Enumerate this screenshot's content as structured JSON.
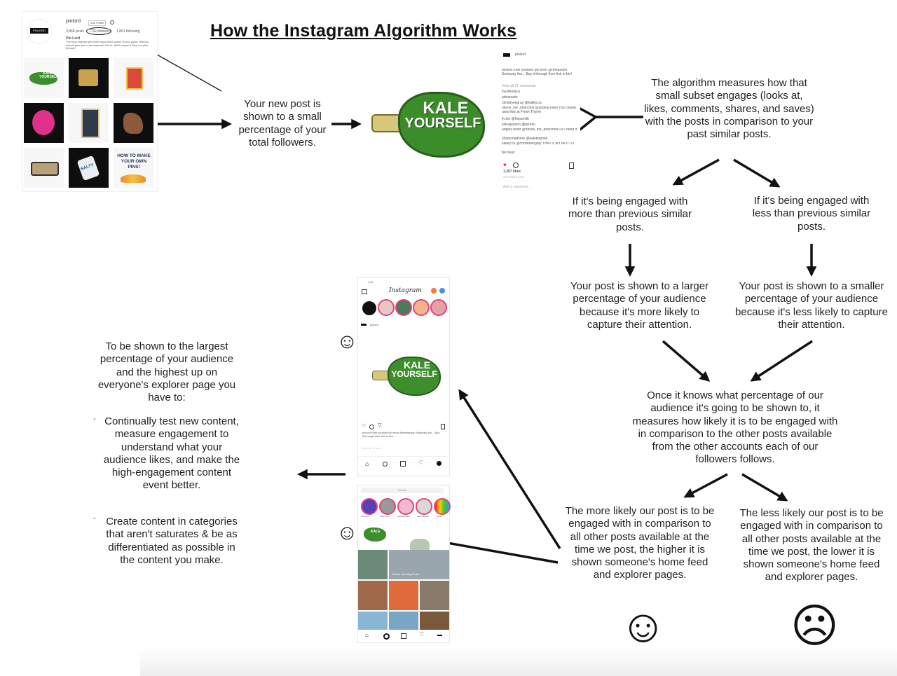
{
  "title": "How the Instagram Algorithm Works",
  "profile": {
    "username": "pinlord",
    "follow_label": "Edit Profile",
    "stats": [
      "3,868 posts",
      "771k followers",
      "1,801 following"
    ],
    "bio_name": "Pin Lord",
    "bio": "The best enamel pins from around the world. In one place. Want to submit your pin to be featured? Hit us. We'll respond. Buy our pins through",
    "logo": "PINLORD",
    "tile_kale": "KALE YOURSELF",
    "tile_salty": "SALTY",
    "tile_pins": "HOW TO MAKE YOUR OWN PINS!"
  },
  "steps": {
    "shown_small": "Your new post is shown to a small percentage of your total followers.",
    "measure": "The algorithm measures how that small subset engages (looks at, likes, comments, shares, and saves) with the posts in comparison to your past similar posts.",
    "more_engaged": "If it's being engaged with more than previous similar posts.",
    "less_engaged": "If it's being engaged with less than previous similar posts.",
    "larger_audience": "Your post is shown to a larger percentage of your audience because it's more likely to capture their attention.",
    "smaller_audience": "Your post is shown to a smaller percentage of your audience because it's less likely to capture their attention.",
    "once_knows": "Once it knows what percentage of our audience it's going to be shown to, it measures how likely it is to be engaged with in comparison to the other posts available from the other accounts each of our followers follows.",
    "more_likely": "The more likely our post is to be engaged with in comparison to all other posts available at the time we post, the higher it is shown someone's home feed and explorer pages.",
    "less_likely": "The less likely our post is to be engaged with in comparison to all other posts available at the time we post, the lower it is shown someone's home feed and explorer pages."
  },
  "advice": {
    "intro": "To be shown to the largest percentage of your audience and the highest up on everyone's explorer page you have to:",
    "bullet_mark": "-",
    "items": [
      "Continually test new content, measure engagement to understand what your audience likes, and make the high-engagement content event better.",
      "Create content in categories that aren't saturates & be as differentiated as possible in the content you make."
    ]
  },
  "pin": {
    "line1": "KALE",
    "line2": "YOURSELF"
  },
  "comments_shot": {
    "username": "pinlord",
    "caption": "pinlord Kale yourself pin from @metadope Seriously tho... Buy it through their link in bio!",
    "view_all": "View all 21 comments",
    "comments": [
      "toyslikelaca",
      "adrianosis",
      "christineegray @kalley.ca",
      "havok_the_anarchist @angela.nairit You coulda used this at Fresh Thyme",
      "liv.lav @hepsmith",
      "sekulpizarro @pizeku",
      "angela.nairit @havok_the_anarchist Lol I need it",
      "shamonadsere @kaleteqman",
      "kalley.ca @christineegray THAT'S MY MOTTO",
      "fee.bear"
    ],
    "likes": "1,307 likes",
    "time": "22 HOURS AGO",
    "add_comment": "Add a comment..."
  },
  "feed_shot": {
    "time": "1:40",
    "app_name": "Instagram",
    "username": "pinlord",
    "caption": "pinlord Kale yourself pin from @metadope Seriously tho... Buy it through their link in bio!",
    "date": "JANUARY 22, 2018"
  },
  "explore_shot": {
    "search": "Search",
    "video_label": "Videos You Might Like",
    "stories": [
      "Top Live",
      "New York",
      "stereopsyche",
      "aliensdesign",
      "official"
    ]
  },
  "faces": {
    "small_happy": "☺",
    "happy": "☺",
    "sad": "☹"
  }
}
